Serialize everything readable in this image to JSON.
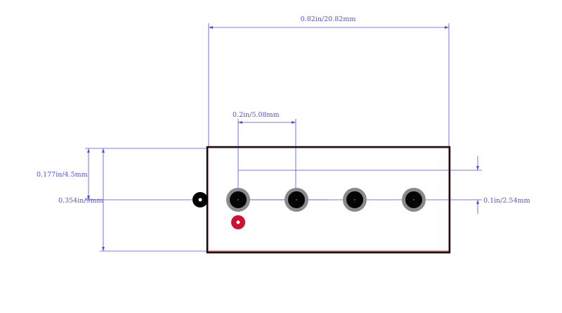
{
  "colors": {
    "background": "#ffffff",
    "dimension": "#5050e0",
    "outline": "#111111",
    "keepout": "#cc2233",
    "pad_ring": "#8a8a8a",
    "pad_hole": "#050505",
    "pin1_marker": "#cc1133",
    "origin_marker": "#000000"
  },
  "dimensions": {
    "overall_width": "0.82in/20.82mm",
    "pitch": "0.2in/5.08mm",
    "half_height": "0.177in/4.5mm",
    "total_height": "0.354in/9mm",
    "pad_offset": "0.1in/2.54mm"
  },
  "footprint": {
    "pad_count": 4,
    "pin1_indicator": "pin1-marker",
    "origin_indicator": "origin-marker"
  }
}
